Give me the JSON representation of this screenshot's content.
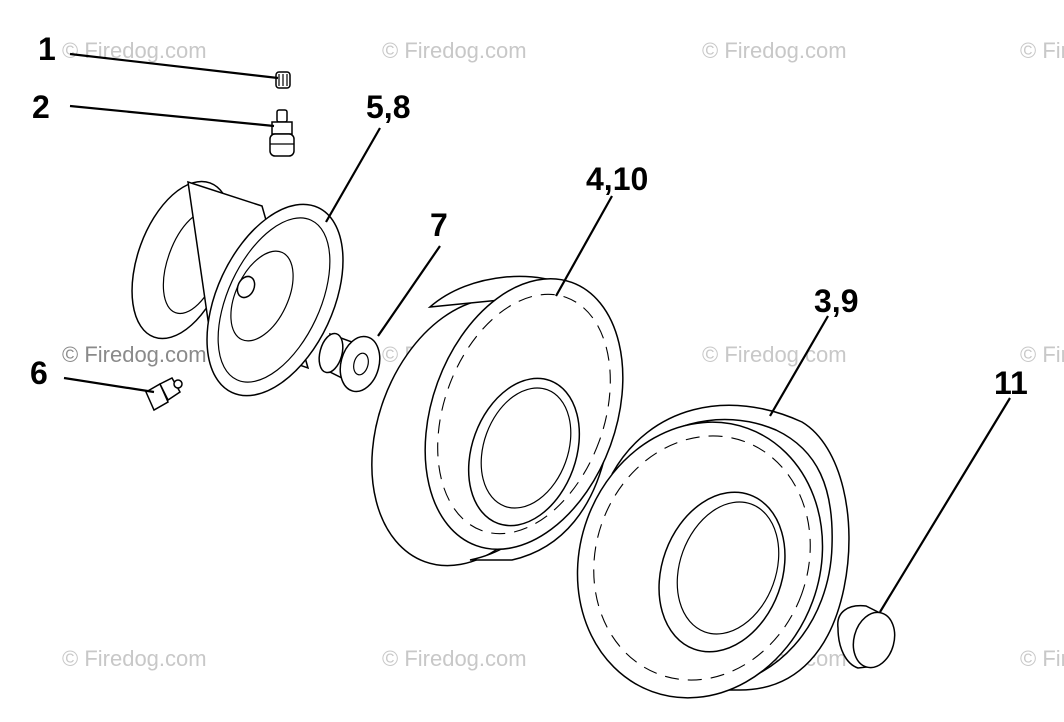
{
  "callouts": {
    "c1": "1",
    "c2": "2",
    "c5_8": "5,8",
    "c4_10": "4,10",
    "c7": "7",
    "c3_9": "3,9",
    "c6": "6",
    "c11": "11"
  },
  "watermark": "© Firedog.com",
  "colors": {
    "line": "#000000",
    "background": "#ffffff",
    "watermark": "#c8c8c8"
  }
}
